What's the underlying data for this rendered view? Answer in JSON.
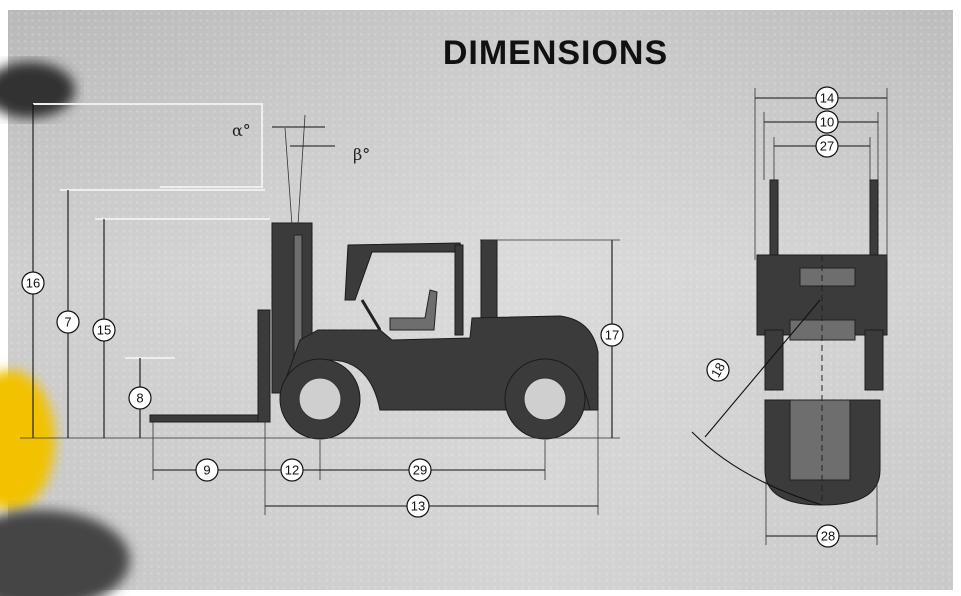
{
  "title": "DIMENSIONS",
  "angles": {
    "alpha": "α°",
    "beta": "β°"
  },
  "callouts": {
    "c16": "16",
    "c7": "7",
    "c15": "15",
    "c8": "8",
    "c9": "9",
    "c12": "12",
    "c29": "29",
    "c13": "13",
    "c17": "17",
    "c14": "14",
    "c10": "10",
    "c27": "27",
    "c18": "18",
    "c28": "28"
  },
  "colors": {
    "body": "#3b3b3b",
    "accent_yellow": "#f2c200",
    "background": "#c4c4c4"
  }
}
